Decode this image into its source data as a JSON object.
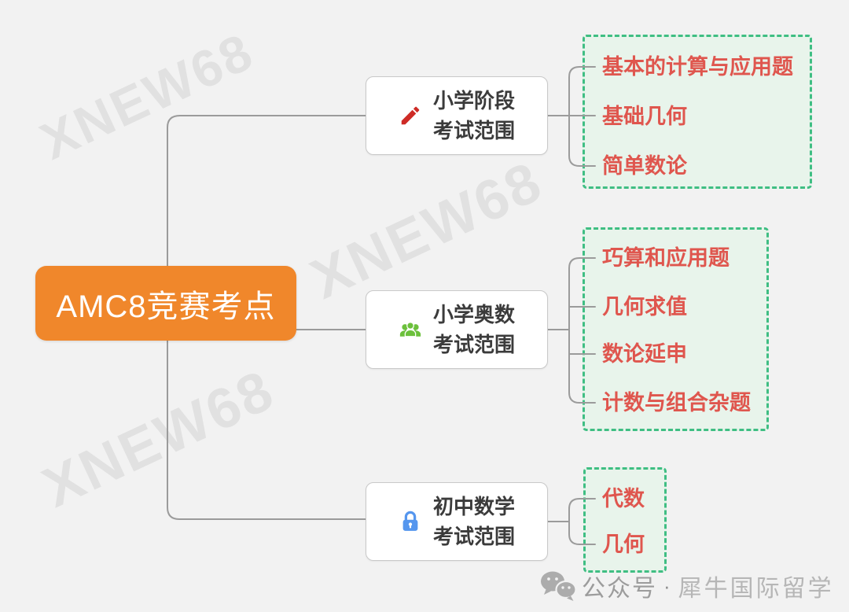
{
  "root": {
    "label": "AMC8竞赛考点"
  },
  "branches": [
    {
      "icon": "pencil-icon",
      "label_line1": "小学阶段",
      "label_line2": "考试范围",
      "items": [
        "基本的计算与应用题",
        "基础几何",
        "简单数论"
      ]
    },
    {
      "icon": "users-icon",
      "label_line1": "小学奥数",
      "label_line2": "考试范围",
      "items": [
        "巧算和应用题",
        "几何求值",
        "数论延申",
        "计数与组合杂题"
      ]
    },
    {
      "icon": "lock-icon",
      "label_line1": "初中数学",
      "label_line2": "考试范围",
      "items": [
        "代数",
        "几何"
      ]
    }
  ],
  "watermarks": [
    {
      "text": "XNEW68"
    },
    {
      "text": "XNEW68"
    },
    {
      "text": "XNEW68"
    }
  ],
  "footer": {
    "wechat_icon": "wechat-icon",
    "platform_label": "公众号",
    "separator": "·",
    "account_name": "犀牛国际留学"
  },
  "colors": {
    "canvas_bg": "#F2F2F2",
    "root_bg": "#F0872B",
    "root_text": "#FFFFFF",
    "branch_border": "#C9C9C9",
    "branch_text": "#3B3B3B",
    "item_text": "#DF564E",
    "group_border": "#3FBE83",
    "group_bg": "#E8F4EB",
    "connector": "#9B9B9B",
    "pencil_icon": "#CE2B26",
    "users_icon": "#6CC03C",
    "lock_icon": "#5596EE",
    "watermark": "#E1E1E1",
    "footer_text": "#9C9C9C"
  }
}
